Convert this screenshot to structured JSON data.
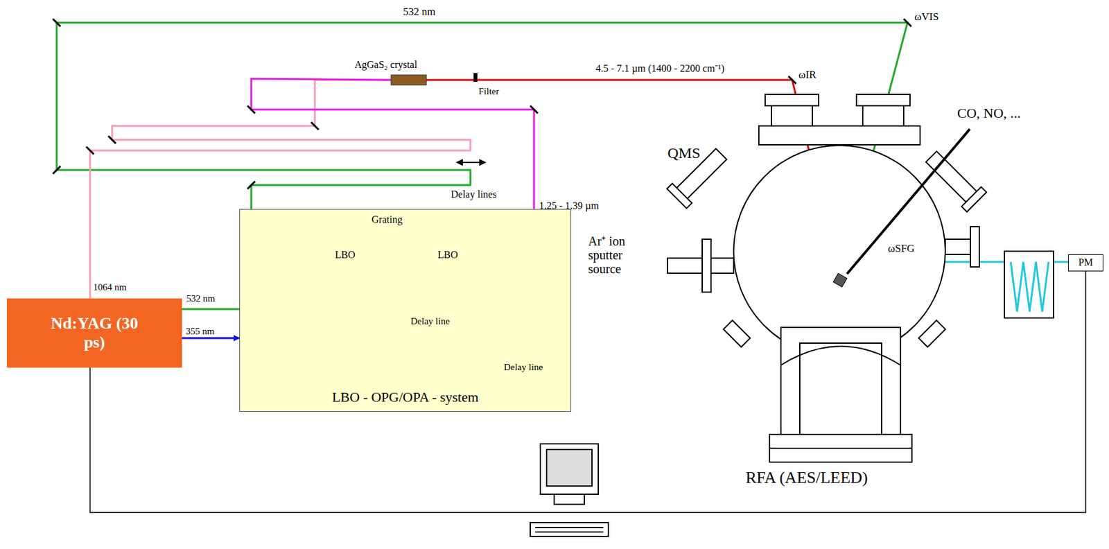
{
  "diagram": {
    "nodes": [
      {
        "text": [
          "Nd:YAG (30 ps)"
        ]
      },
      {
        "text": [
          "LBO - OPG/OPA - system"
        ]
      },
      {
        "text": [
          "PM"
        ]
      }
    ],
    "edges": [
      {
        "from": 0,
        "to": 1,
        "arrow": "to",
        "label": "355 nm"
      },
      {
        "from": 0,
        "to": 2,
        "arrow": "none"
      }
    ],
    "labels": [
      "532 nm",
      "ωVIS",
      "AgGaS₂ crystal",
      "Filter",
      "4.5 - 7.1 µm (1400 - 2200 cm⁻¹)",
      "ωIR",
      "QMS",
      "CO, NO, ...",
      "Delay lines",
      "1.25 - 1.39 µm",
      "Grating",
      "LBO",
      "LBO",
      "Delay line",
      "Delay line",
      "1064 nm",
      "532 nm",
      "Ar⁺ ion sputter source",
      "ωSFG",
      "RFA (AES/LEED)"
    ]
  }
}
